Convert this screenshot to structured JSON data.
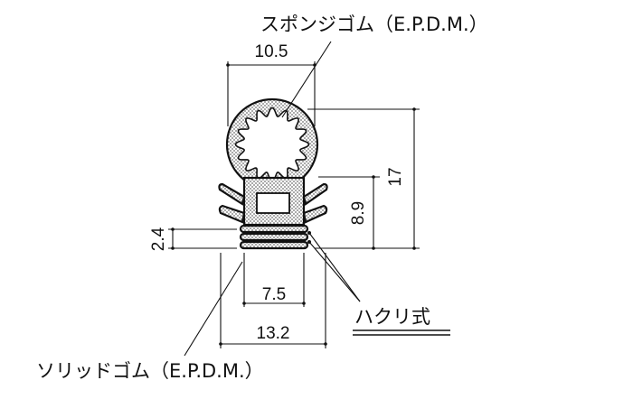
{
  "labels": {
    "sponge": "スポンジゴム（E.P.D.M.）",
    "solid": "ソリッドゴム（E.P.D.M.）",
    "peel": "ハクリ式"
  },
  "dimensions": {
    "top_width": "10.5",
    "height_total": "17",
    "height_body": "8.9",
    "tape_thickness": "2.4",
    "inner_width": "7.5",
    "bottom_width": "13.2"
  },
  "colors": {
    "line": "#111111",
    "dot": "#777777",
    "fill": "#ffffff"
  }
}
